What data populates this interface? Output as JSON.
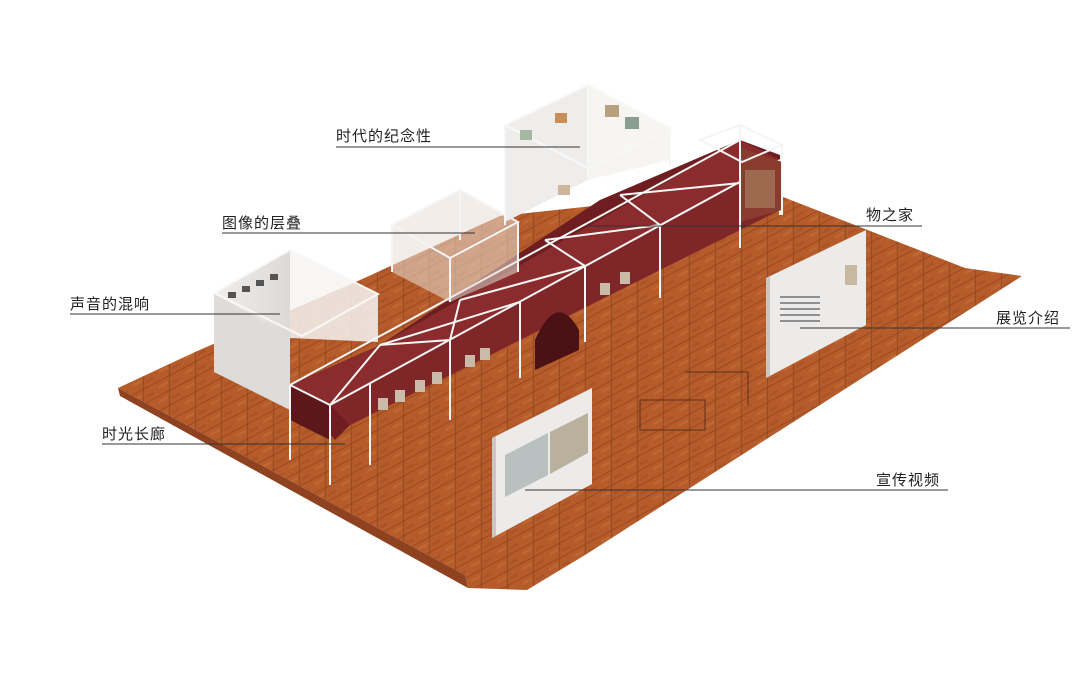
{
  "labels": {
    "era_memorial": "时代的纪念性",
    "image_overlay": "图像的层叠",
    "sound_mix": "声音的混响",
    "time_corridor": "时光长廊",
    "house_of_objects": "物之家",
    "exhibition_intro": "展览介绍",
    "promo_video": "宣传视频"
  },
  "colors": {
    "floor": "#b45a2a",
    "floor_dark": "#8e4220",
    "corridor": "#7a2324",
    "frame": "#f4f4f4",
    "panel": "#e9e7e5",
    "leader": "#333333"
  }
}
